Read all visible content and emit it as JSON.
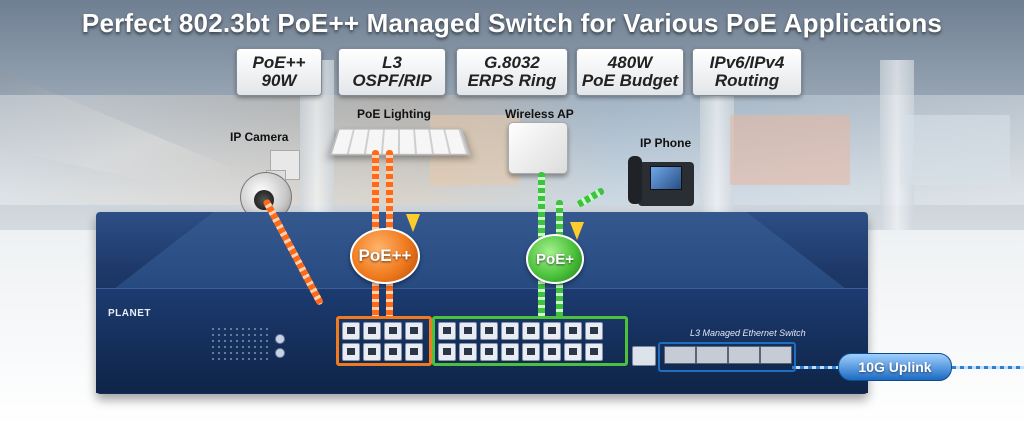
{
  "title": "Perfect 802.3bt PoE++ Managed Switch for Various PoE Applications",
  "feature_tags": [
    {
      "line1": "PoE++",
      "line2": "90W"
    },
    {
      "line1": "L3",
      "line2": "OSPF/RIP"
    },
    {
      "line1": "G.8032",
      "line2": "ERPS Ring"
    },
    {
      "line1": "480W",
      "line2": "PoE Budget"
    },
    {
      "line1": "IPv6/IPv4",
      "line2": "Routing"
    }
  ],
  "devices": {
    "camera": "IP Camera",
    "lighting": "PoE Lighting",
    "ap": "Wireless AP",
    "phone": "IP Phone"
  },
  "badges": {
    "poe_plus_plus": "PoE++",
    "poe_plus": "PoE+"
  },
  "switch": {
    "brand": "PLANET",
    "name": "L3 Managed Ethernet Switch"
  },
  "uplink": "10G Uplink",
  "colors": {
    "poe_plus_plus": "#f07a1e",
    "poe_plus": "#4cc23c",
    "switch_body": "#1c3766",
    "uplink": "#1d6ac2"
  }
}
